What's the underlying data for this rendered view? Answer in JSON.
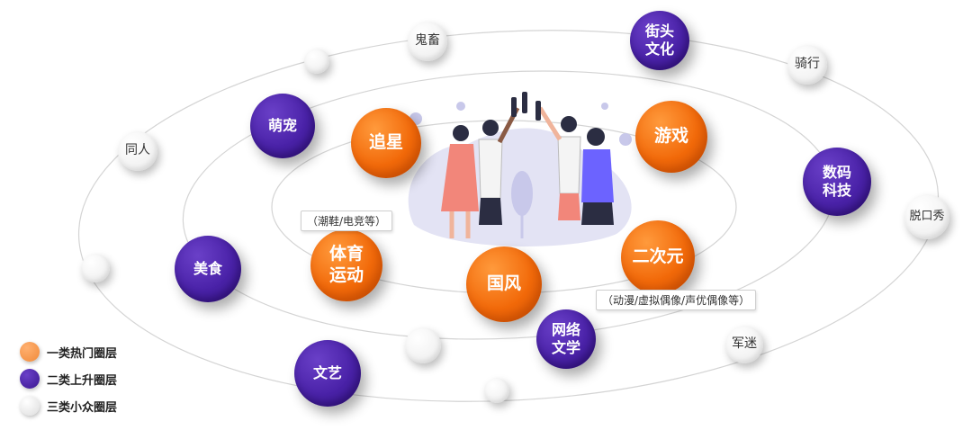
{
  "colors": {
    "hot": "#f26a0a",
    "rise": "#4a22a8",
    "niche": "#eeeeee",
    "orbit": "#cfcfcf"
  },
  "hot_circles": {
    "zhuixing": "追星",
    "youxi": "游戏",
    "tiyu": "体育\n运动",
    "guofeng": "国风",
    "erciyuan": "二次元"
  },
  "rising_circles": {
    "jietou": "街头\n文化",
    "mengchong": "萌宠",
    "shuma": "数码\n科技",
    "meishi": "美食",
    "wangluo": "网络\n文学",
    "wenyi": "文艺"
  },
  "niche_circles": {
    "guichu": "鬼畜",
    "qixing": "骑行",
    "tongren": "同人",
    "tuokouxiu": "脱口秀",
    "junmi": "军迷"
  },
  "notes": {
    "sports": "（潮鞋/电竞等）",
    "acg": "（动漫/虚拟偶像/声优偶像等）"
  },
  "legend": [
    {
      "label": "一类热门圈层",
      "type": "hot"
    },
    {
      "label": "二类上升圈层",
      "type": "rise"
    },
    {
      "label": "三类小众圈层",
      "type": "niche"
    }
  ]
}
